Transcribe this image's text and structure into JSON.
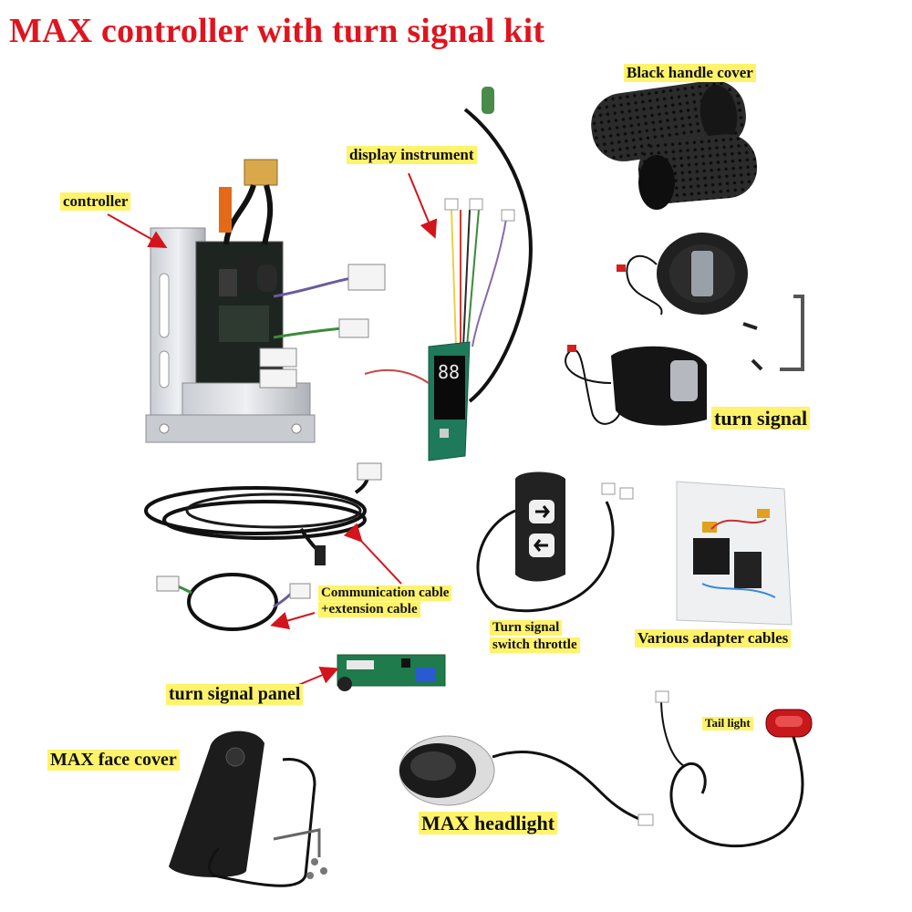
{
  "title": "MAX controller with turn signal kit",
  "labels": {
    "controller": "controller",
    "display_instrument": "display instrument",
    "black_handle_cover": "Black handle cover",
    "turn_signal": "turn signal",
    "communication_cable_line1": "Communication cable",
    "communication_cable_line2": "+extension cable",
    "turn_signal_switch_line1": "Turn signal",
    "turn_signal_switch_line2": "switch throttle",
    "various_adapter_cables": "Various adapter cables",
    "turn_signal_panel": "turn signal panel",
    "tail_light": "Tail light",
    "max_face_cover": "MAX face cover",
    "max_headlight": "MAX headlight"
  },
  "colors": {
    "title": "#e0141e",
    "label_bg": "#fff36b",
    "arrow": "#d4141c"
  }
}
